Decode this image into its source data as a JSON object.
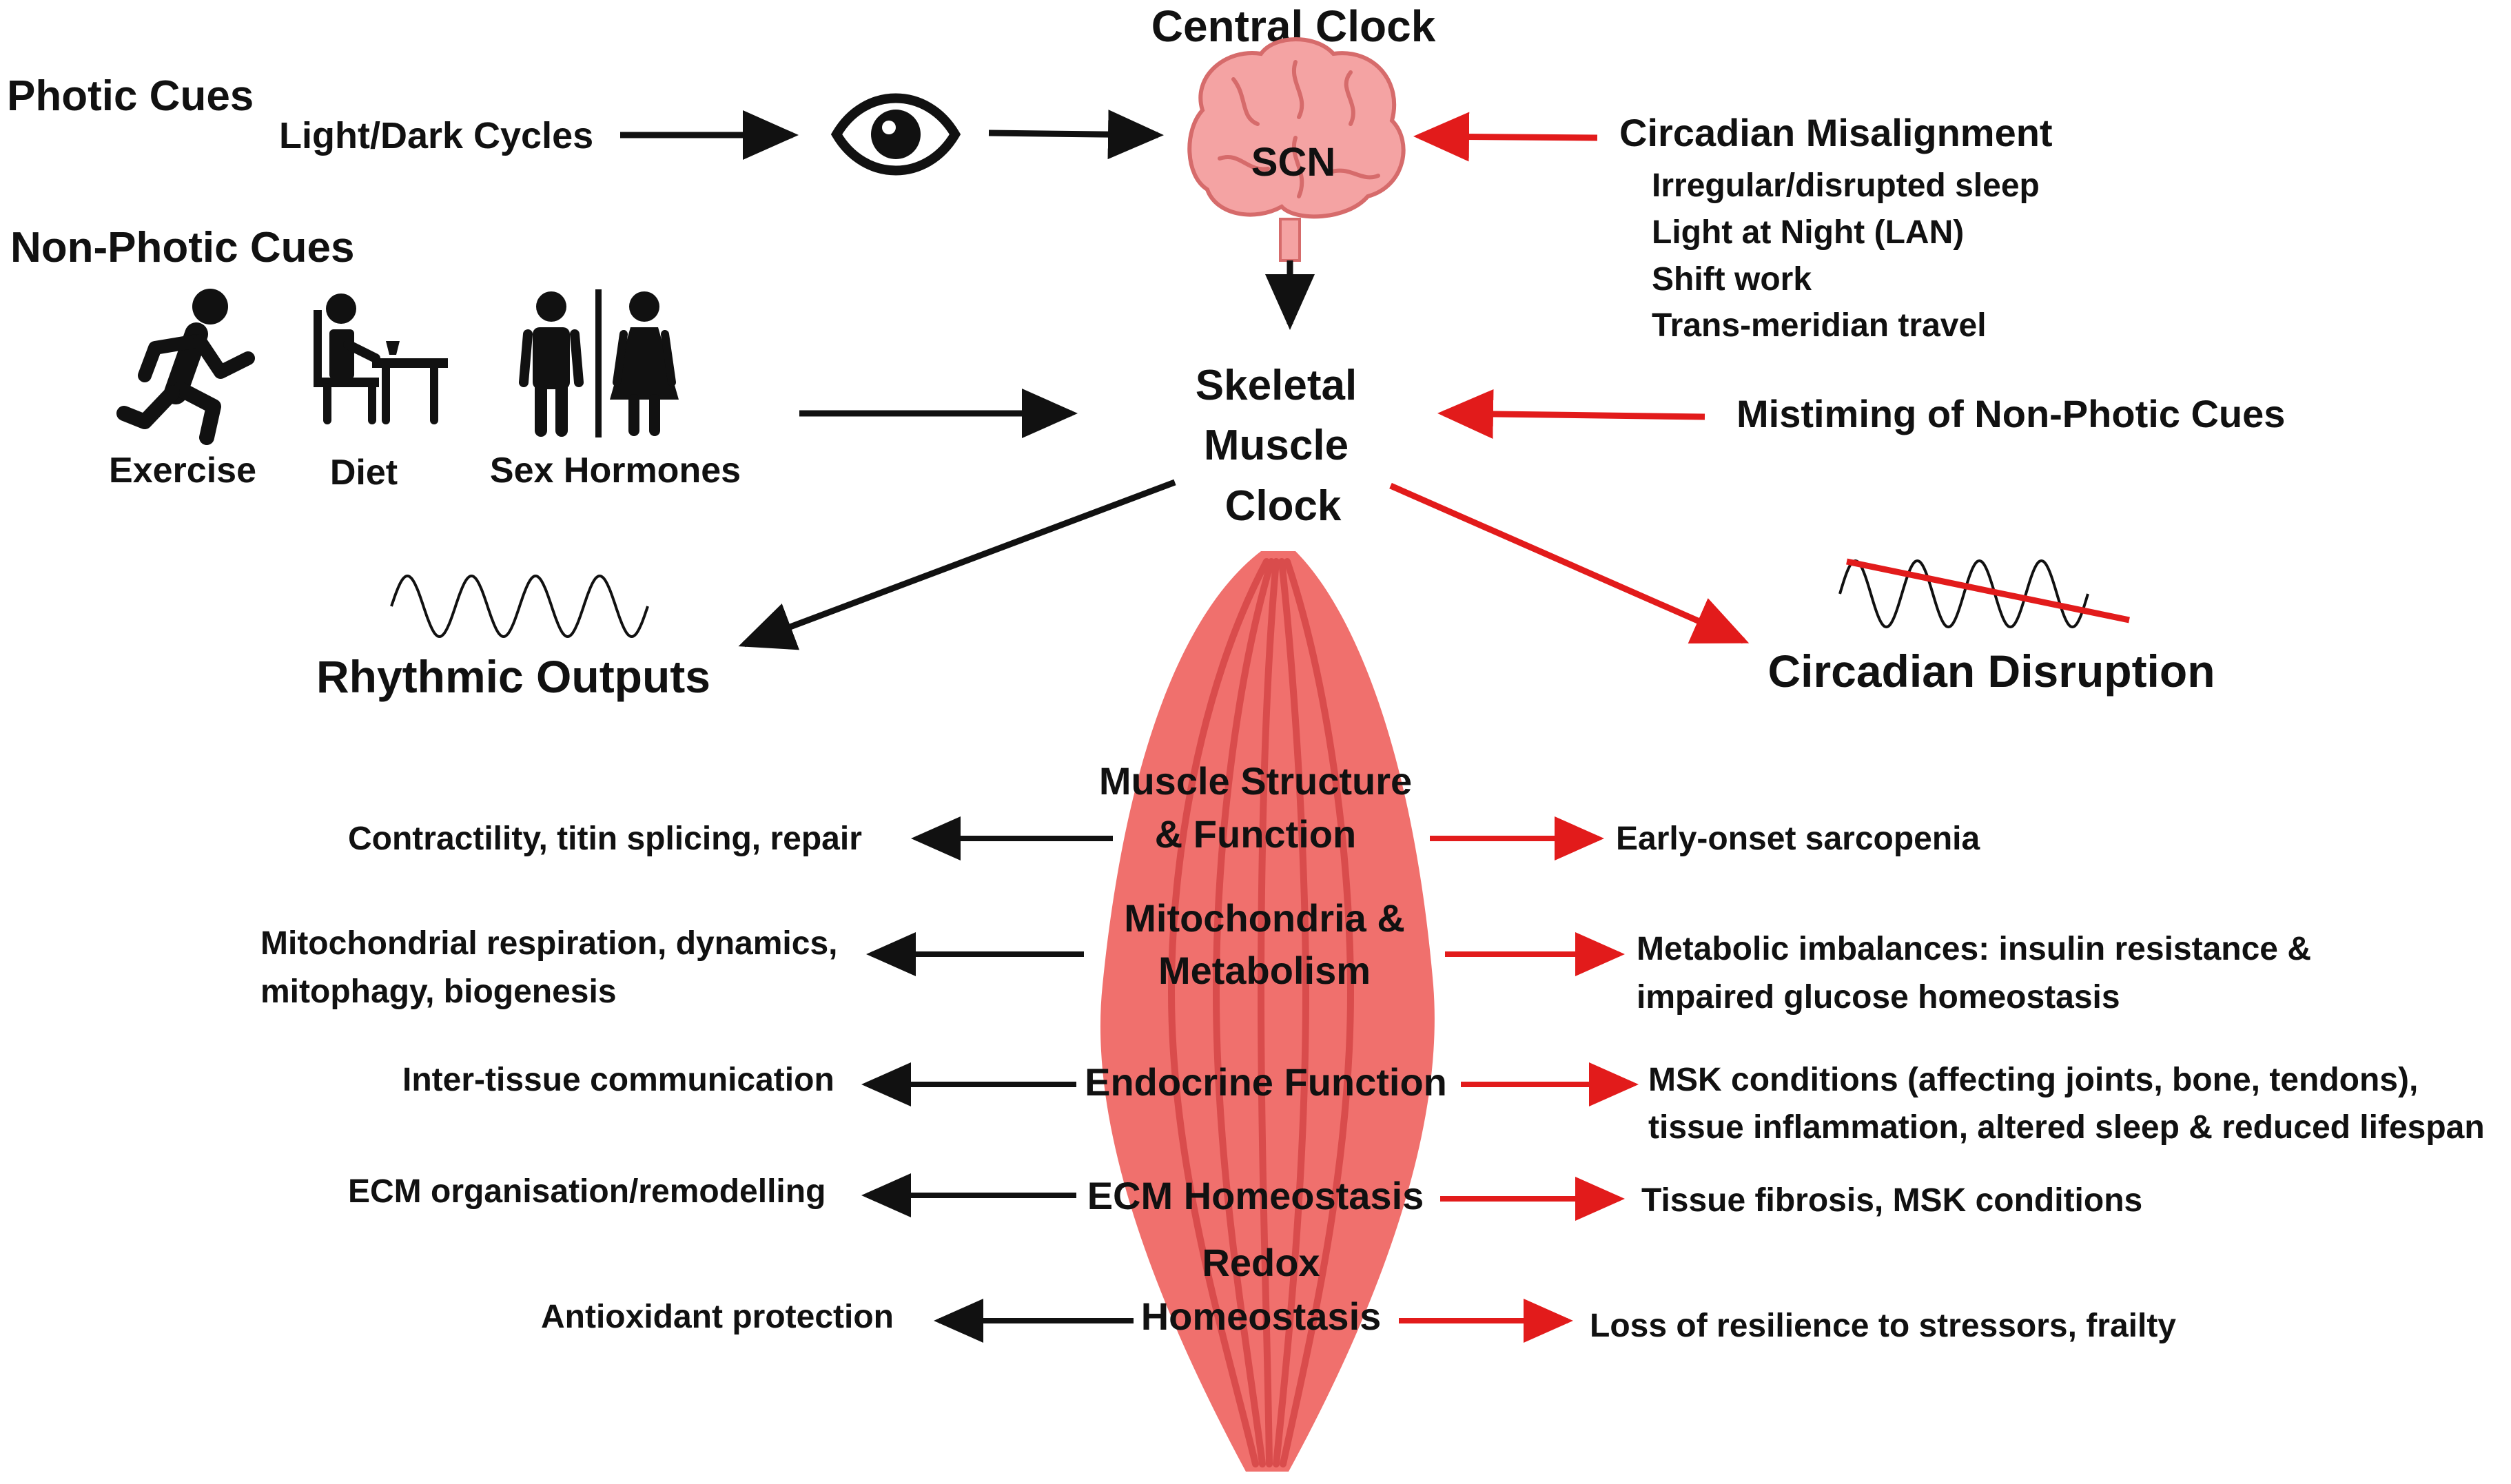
{
  "colors": {
    "ink": "#111111",
    "disruption": "#e21b1b",
    "muscle_fill": "#f0706d",
    "muscle_stripe": "#d94c4c",
    "brain_fill": "#f4a3a3",
    "brain_stroke": "#d66b6b"
  },
  "icons": [
    "eye-icon",
    "brain-icon",
    "running-person-icon",
    "diner-at-table-icon",
    "man-woman-icon",
    "sine-wave-icon",
    "disrupted-wave-icon",
    "muscle-icon"
  ],
  "central_clock": {
    "title": "Central Clock",
    "scn_label": "SCN"
  },
  "photic": {
    "heading": "Photic Cues",
    "cue": "Light/Dark Cycles"
  },
  "non_photic": {
    "heading": "Non-Photic Cues",
    "exercise": "Exercise",
    "diet": "Diet",
    "sex_hormones": "Sex Hormones"
  },
  "misalignment": {
    "heading": "Circadian Misalignment",
    "items": [
      "Irregular/disrupted sleep",
      "Light at Night (LAN)",
      "Shift work",
      "Trans-meridian travel"
    ]
  },
  "skeletal_clock": {
    "line1": "Skeletal",
    "line2": "Muscle",
    "line3": "Clock"
  },
  "mistiming": "Mistiming of Non-Photic Cues",
  "rhythmic_outputs": "Rhythmic Outputs",
  "circadian_disruption": "Circadian Disruption",
  "functions": [
    {
      "label_lines": [
        "Muscle Structure",
        "& Function"
      ],
      "output_lines": [
        "Contractility, titin splicing, repair"
      ],
      "disruption_lines": [
        "Early-onset sarcopenia"
      ]
    },
    {
      "label_lines": [
        "Mitochondria &",
        "Metabolism"
      ],
      "output_lines": [
        "Mitochondrial respiration, dynamics,",
        "mitophagy, biogenesis"
      ],
      "disruption_lines": [
        "Metabolic imbalances: insulin resistance &",
        "impaired glucose homeostasis"
      ]
    },
    {
      "label_lines": [
        "Endocrine Function"
      ],
      "output_lines": [
        "Inter-tissue communication"
      ],
      "disruption_lines": [
        "MSK conditions (affecting joints, bone, tendons),",
        "tissue inflammation, altered sleep & reduced lifespan"
      ]
    },
    {
      "label_lines": [
        "ECM Homeostasis"
      ],
      "output_lines": [
        "ECM organisation/remodelling"
      ],
      "disruption_lines": [
        "Tissue fibrosis, MSK conditions"
      ]
    },
    {
      "label_lines": [
        "Redox",
        "Homeostasis"
      ],
      "output_lines": [
        "Antioxidant protection"
      ],
      "disruption_lines": [
        "Loss of resilience to stressors, frailty"
      ]
    }
  ]
}
